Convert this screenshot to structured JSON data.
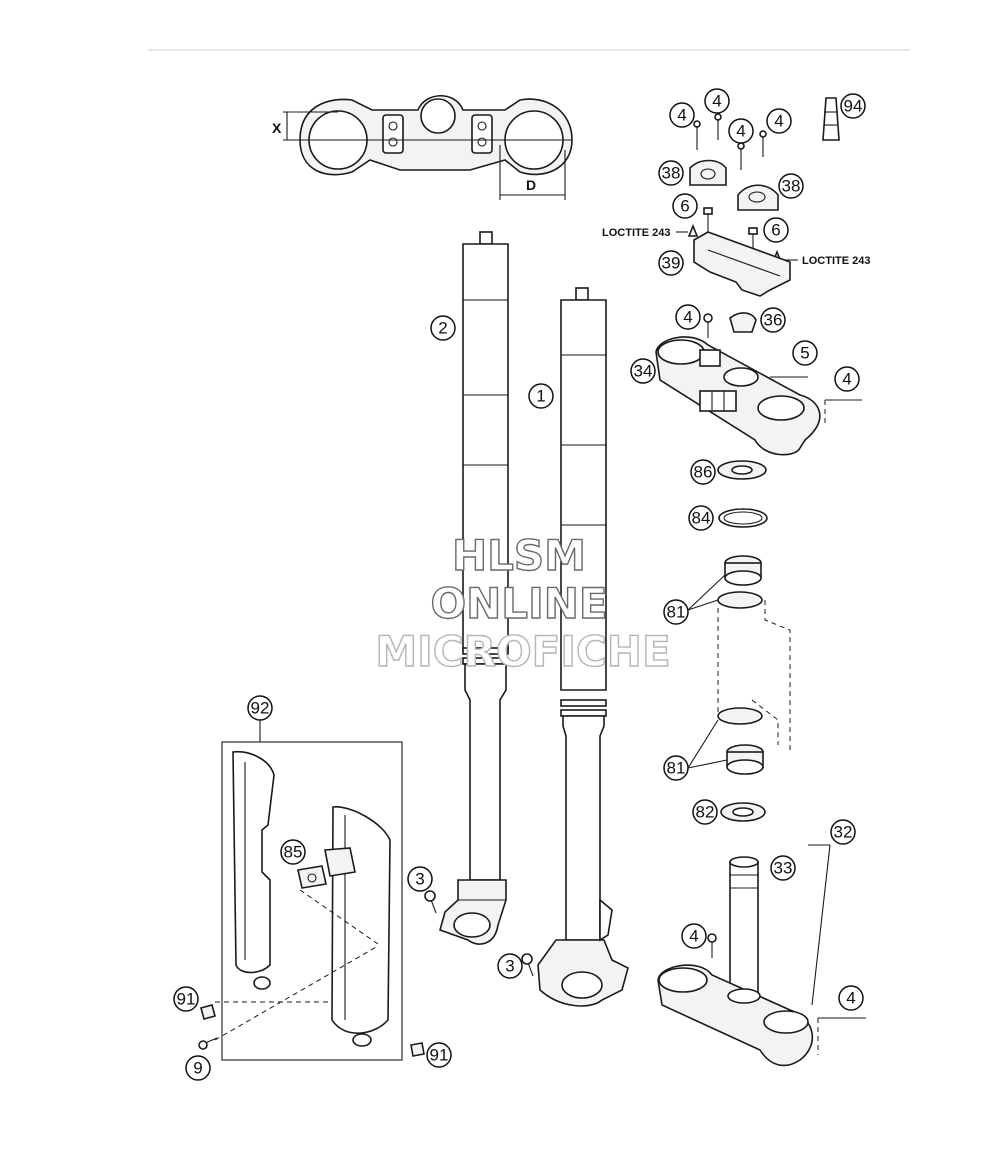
{
  "callouts": [
    "1",
    "2",
    "3",
    "4",
    "5",
    "6",
    "9",
    "32",
    "33",
    "34",
    "36",
    "38",
    "39",
    "81",
    "82",
    "84",
    "85",
    "86",
    "91",
    "92",
    "94"
  ],
  "notes": {
    "loctite_left": "LOCTITE 243",
    "loctite_right": "LOCTITE 243"
  },
  "dimensions": {
    "x_label": "X",
    "d_label": "D"
  },
  "watermark": {
    "line1": "HLSM",
    "line2": "ONLINE",
    "line3": "MICROFICHE"
  }
}
